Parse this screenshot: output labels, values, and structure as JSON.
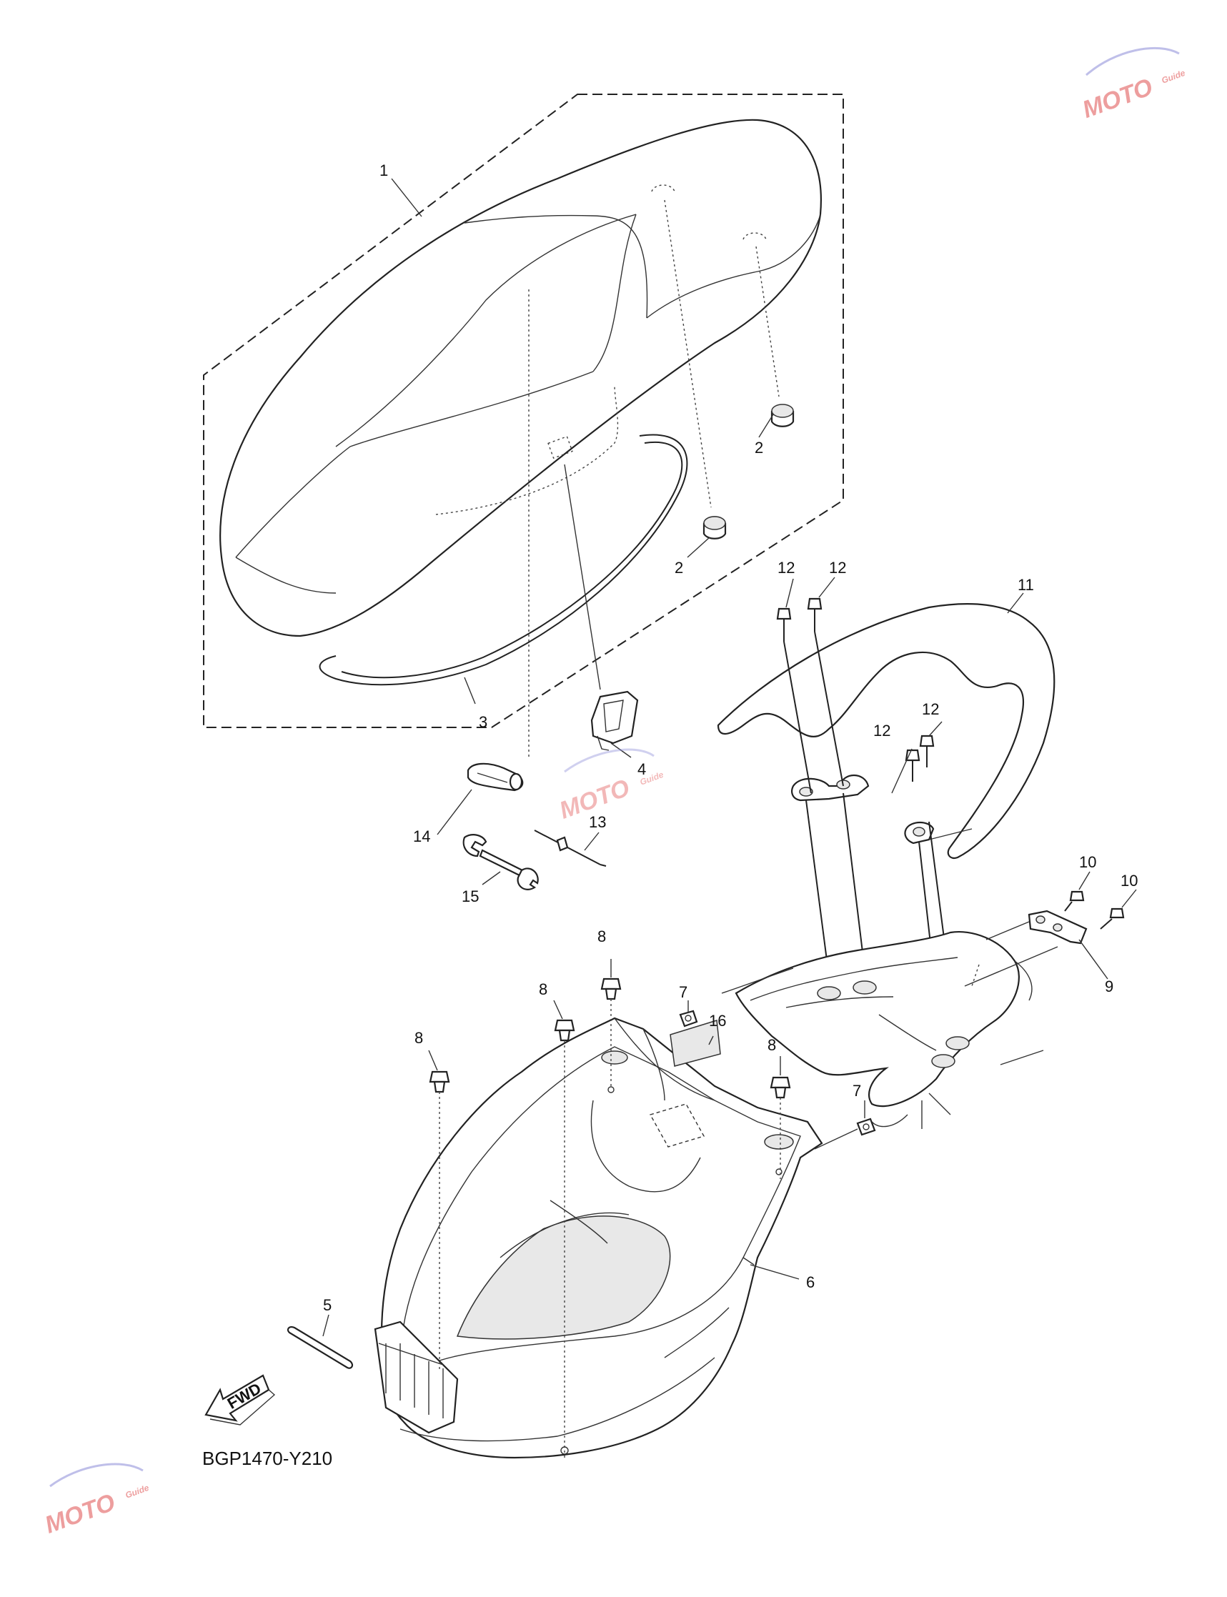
{
  "diagram": {
    "code": "BGP1470-Y210",
    "fwd_label": "FWD",
    "callouts": {
      "c1": "1",
      "c2a": "2",
      "c2b": "2",
      "c3": "3",
      "c4": "4",
      "c5": "5",
      "c6": "6",
      "c7a": "7",
      "c7b": "7",
      "c8a": "8",
      "c8b": "8",
      "c8c": "8",
      "c8d": "8",
      "c9": "9",
      "c10a": "10",
      "c10b": "10",
      "c11": "11",
      "c12a": "12",
      "c12b": "12",
      "c12c": "12",
      "c12d": "12",
      "c13": "13",
      "c14": "14",
      "c15": "15",
      "c16": "16"
    }
  },
  "watermark": {
    "text": "MOTO",
    "subtext": "Guide"
  }
}
